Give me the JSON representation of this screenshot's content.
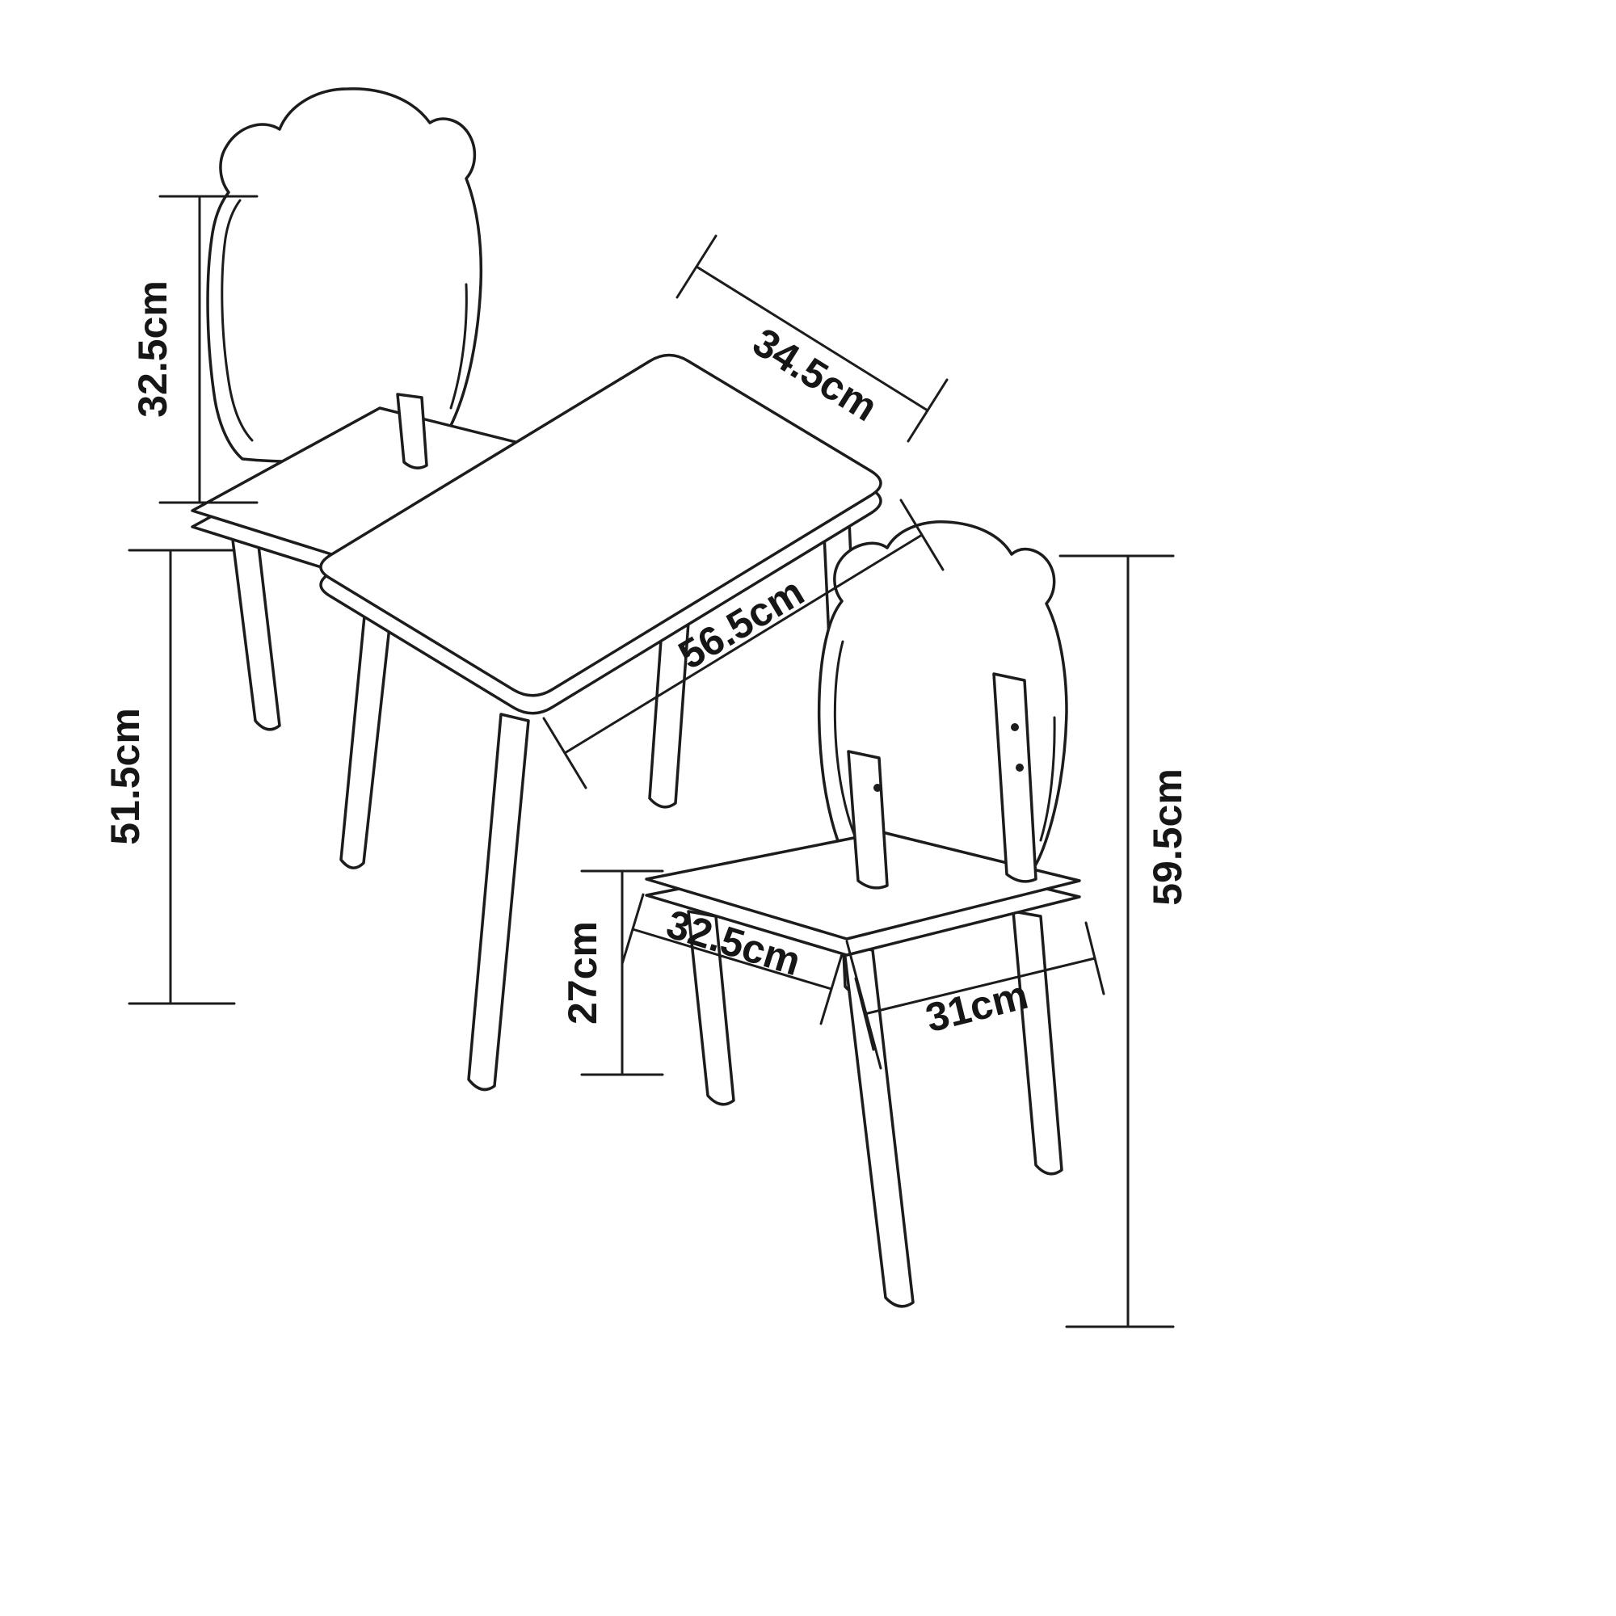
{
  "drawing": {
    "background_color": "#ffffff",
    "line_color": "#1c1c1c",
    "dimensions": {
      "chair_back_height": "32.5cm",
      "table_depth": "34.5cm",
      "table_length": "56.5cm",
      "table_height": "51.5cm",
      "seat_height": "27cm",
      "seat_width": "32.5cm",
      "seat_depth": "31cm",
      "chair_total_height": "59.5cm"
    }
  }
}
